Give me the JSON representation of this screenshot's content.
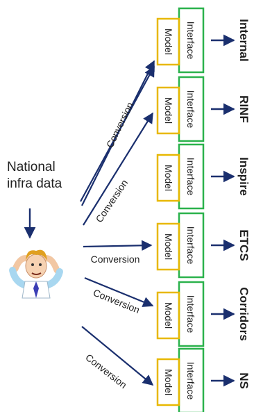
{
  "source": {
    "line1": "National",
    "line2": "infra data"
  },
  "box_labels": {
    "interface": "Interface",
    "model": "Model"
  },
  "conversion_label": "Conversion",
  "colors": {
    "interface_border": "#2bb24c",
    "model_border": "#e8b800",
    "arrow": "#1a2f6e",
    "text": "#1f1f1f"
  },
  "targets": [
    {
      "name": "Internal",
      "has_conversion": false
    },
    {
      "name": "RINF",
      "has_conversion": true
    },
    {
      "name": "Inspire",
      "has_conversion": true
    },
    {
      "name": "ETCS",
      "has_conversion": true
    },
    {
      "name": "Corridors",
      "has_conversion": true
    },
    {
      "name": "NS",
      "has_conversion": true
    }
  ],
  "icon": "stressed-person-icon"
}
